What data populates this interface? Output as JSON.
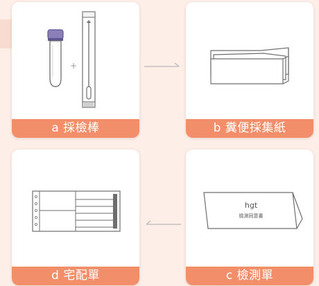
{
  "cards": [
    {
      "id": "a",
      "label": "a 採檢棒"
    },
    {
      "id": "b",
      "label": "b 糞便採集紙"
    },
    {
      "id": "c",
      "label": "c 檢測單",
      "logo_text": "hgt",
      "form_title": "檢測同意書"
    },
    {
      "id": "d",
      "label": "d 宅配單"
    }
  ],
  "colors": {
    "background": "#fdeee7",
    "label_bar": "#f28f6a",
    "card": "#ffffff",
    "outline": "#6e6e6e",
    "cap": "#8a7fb6"
  },
  "icons": {
    "a": "test-tube-and-swab-icon",
    "b": "folded-paper-icon",
    "c": "tent-card-form-icon",
    "d": "delivery-slip-icon"
  }
}
